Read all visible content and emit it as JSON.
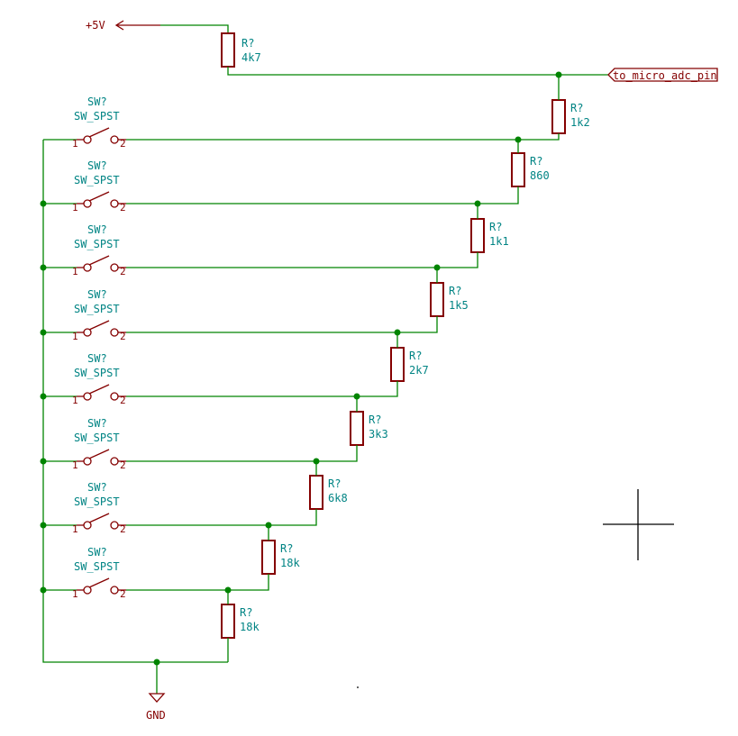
{
  "power": {
    "vcc_label": "+5V",
    "gnd_label": "GND"
  },
  "net_label": "to_micro_adc_pin",
  "top_resistor": {
    "ref": "R?",
    "value": "4k7"
  },
  "ladder_resistors": [
    {
      "ref": "R?",
      "value": "1k2"
    },
    {
      "ref": "R?",
      "value": "860"
    },
    {
      "ref": "R?",
      "value": "1k1"
    },
    {
      "ref": "R?",
      "value": "1k5"
    },
    {
      "ref": "R?",
      "value": "2k7"
    },
    {
      "ref": "R?",
      "value": "3k3"
    },
    {
      "ref": "R?",
      "value": "6k8"
    },
    {
      "ref": "R?",
      "value": "18k"
    },
    {
      "ref": "R?",
      "value": "18k"
    }
  ],
  "switches": [
    {
      "ref": "SW?",
      "value": "SW_SPST",
      "pin1": "1",
      "pin2": "2"
    },
    {
      "ref": "SW?",
      "value": "SW_SPST",
      "pin1": "1",
      "pin2": "2"
    },
    {
      "ref": "SW?",
      "value": "SW_SPST",
      "pin1": "1",
      "pin2": "2"
    },
    {
      "ref": "SW?",
      "value": "SW_SPST",
      "pin1": "1",
      "pin2": "2"
    },
    {
      "ref": "SW?",
      "value": "SW_SPST",
      "pin1": "1",
      "pin2": "2"
    },
    {
      "ref": "SW?",
      "value": "SW_SPST",
      "pin1": "1",
      "pin2": "2"
    },
    {
      "ref": "SW?",
      "value": "SW_SPST",
      "pin1": "1",
      "pin2": "2"
    },
    {
      "ref": "SW?",
      "value": "SW_SPST",
      "pin1": "1",
      "pin2": "2"
    }
  ],
  "colors": {
    "wire": "#008400",
    "symbol": "#840000",
    "text": "#008484"
  }
}
